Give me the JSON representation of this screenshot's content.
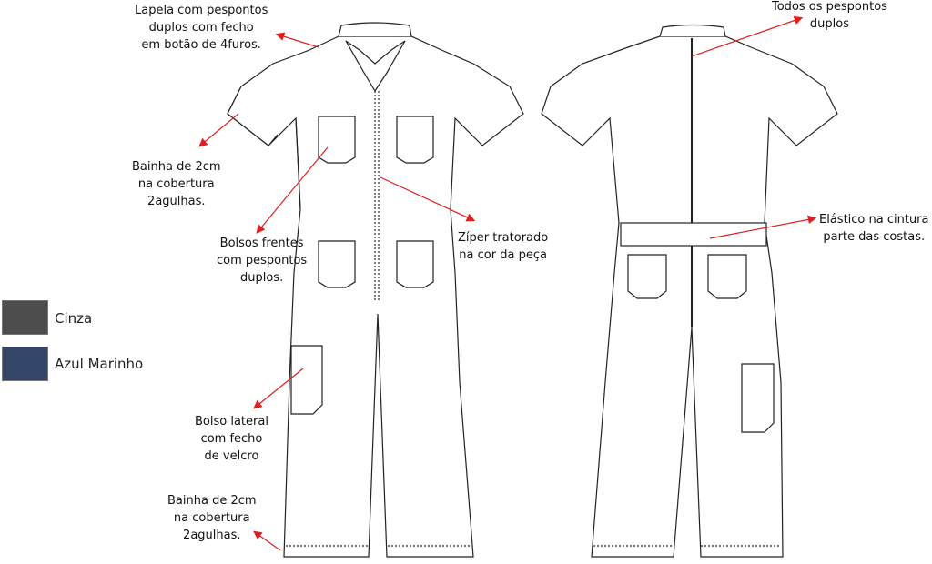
{
  "labels": {
    "lapela": [
      "Lapela com pespontos",
      "duplos com fecho",
      "em botão de 4furos."
    ],
    "bainha_manga": [
      "Bainha de 2cm",
      "na cobertura",
      "2agulhas."
    ],
    "bolsos_frentes": [
      "Bolsos frentes",
      "com pespontos",
      "duplos."
    ],
    "ziper": [
      "Zíper tratorado",
      "na cor da peça"
    ],
    "bolso_lateral": [
      "Bolso lateral",
      "com fecho",
      "de velcro"
    ],
    "bainha_perna": [
      "Bainha de 2cm",
      "na cobertura",
      "2agulhas."
    ],
    "pespontos_duplos": [
      "Todos os pespontos",
      "duplos"
    ],
    "elastico": [
      "Elástico na cintura",
      "parte das costas."
    ]
  },
  "colors": [
    {
      "name": "Cinza",
      "hex": "#4d4d4d"
    },
    {
      "name": "Azul Marinho",
      "hex": "#34466a"
    }
  ],
  "arrow_color": "#e02020"
}
